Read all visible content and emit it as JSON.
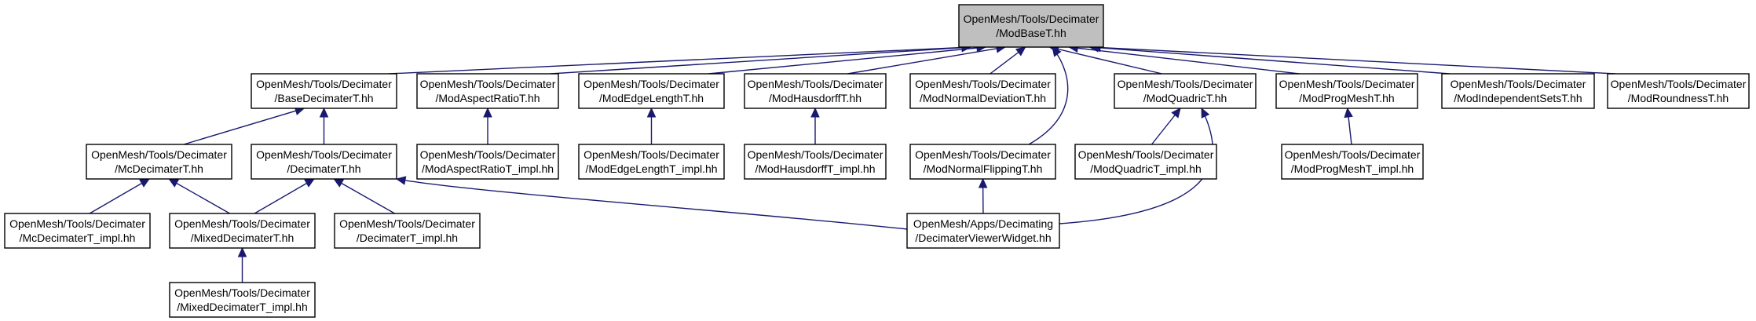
{
  "diagram": {
    "title": "",
    "colors": {
      "edge": "#191970",
      "root_fill": "#bfbfbf",
      "node_fill": "#ffffff",
      "node_border": "#000000"
    },
    "nodes": [
      {
        "id": "modbase",
        "line1": "OpenMesh/Tools/Decimater",
        "line2": "/ModBaseT.hh",
        "highlight": true
      },
      {
        "id": "basedec",
        "line1": "OpenMesh/Tools/Decimater",
        "line2": "/BaseDecimaterT.hh"
      },
      {
        "id": "modaspect",
        "line1": "OpenMesh/Tools/Decimater",
        "line2": "/ModAspectRatioT.hh"
      },
      {
        "id": "modedge",
        "line1": "OpenMesh/Tools/Decimater",
        "line2": "/ModEdgeLengthT.hh"
      },
      {
        "id": "modhaus",
        "line1": "OpenMesh/Tools/Decimater",
        "line2": "/ModHausdorffT.hh"
      },
      {
        "id": "modnormdev",
        "line1": "OpenMesh/Tools/Decimater",
        "line2": "/ModNormalDeviationT.hh"
      },
      {
        "id": "modquad",
        "line1": "OpenMesh/Tools/Decimater",
        "line2": "/ModQuadricT.hh"
      },
      {
        "id": "modprog",
        "line1": "OpenMesh/Tools/Decimater",
        "line2": "/ModProgMeshT.hh"
      },
      {
        "id": "modindep",
        "line1": "OpenMesh/Tools/Decimater",
        "line2": "/ModIndependentSetsT.hh"
      },
      {
        "id": "modround",
        "line1": "OpenMesh/Tools/Decimater",
        "line2": "/ModRoundnessT.hh"
      },
      {
        "id": "mcdec",
        "line1": "OpenMesh/Tools/Decimater",
        "line2": "/McDecimaterT.hh"
      },
      {
        "id": "dec",
        "line1": "OpenMesh/Tools/Decimater",
        "line2": "/DecimaterT.hh"
      },
      {
        "id": "modaspect_impl",
        "line1": "OpenMesh/Tools/Decimater",
        "line2": "/ModAspectRatioT_impl.hh"
      },
      {
        "id": "modedge_impl",
        "line1": "OpenMesh/Tools/Decimater",
        "line2": "/ModEdgeLengthT_impl.hh"
      },
      {
        "id": "modhaus_impl",
        "line1": "OpenMesh/Tools/Decimater",
        "line2": "/ModHausdorffT_impl.hh"
      },
      {
        "id": "modnormflip",
        "line1": "OpenMesh/Tools/Decimater",
        "line2": "/ModNormalFlippingT.hh"
      },
      {
        "id": "modquad_impl",
        "line1": "OpenMesh/Tools/Decimater",
        "line2": "/ModQuadricT_impl.hh"
      },
      {
        "id": "modprog_impl",
        "line1": "OpenMesh/Tools/Decimater",
        "line2": "/ModProgMeshT_impl.hh"
      },
      {
        "id": "mcdec_impl",
        "line1": "OpenMesh/Tools/Decimater",
        "line2": "/McDecimaterT_impl.hh"
      },
      {
        "id": "mixeddec",
        "line1": "OpenMesh/Tools/Decimater",
        "line2": "/MixedDecimaterT.hh"
      },
      {
        "id": "dec_impl",
        "line1": "OpenMesh/Tools/Decimater",
        "line2": "/DecimaterT_impl.hh"
      },
      {
        "id": "viewer",
        "line1": "OpenMesh/Apps/Decimating",
        "line2": "/DecimaterViewerWidget.hh"
      },
      {
        "id": "mixeddec_impl",
        "line1": "OpenMesh/Tools/Decimater",
        "line2": "/MixedDecimaterT_impl.hh"
      }
    ],
    "edges": [
      {
        "from": "basedec",
        "to": "modbase"
      },
      {
        "from": "modaspect",
        "to": "modbase"
      },
      {
        "from": "modedge",
        "to": "modbase"
      },
      {
        "from": "modhaus",
        "to": "modbase"
      },
      {
        "from": "modnormdev",
        "to": "modbase"
      },
      {
        "from": "modnormflip",
        "to": "modbase"
      },
      {
        "from": "modquad",
        "to": "modbase"
      },
      {
        "from": "modprog",
        "to": "modbase"
      },
      {
        "from": "modindep",
        "to": "modbase"
      },
      {
        "from": "modround",
        "to": "modbase"
      },
      {
        "from": "mcdec",
        "to": "basedec"
      },
      {
        "from": "dec",
        "to": "basedec"
      },
      {
        "from": "modaspect_impl",
        "to": "modaspect"
      },
      {
        "from": "modedge_impl",
        "to": "modedge"
      },
      {
        "from": "modhaus_impl",
        "to": "modhaus"
      },
      {
        "from": "modquad_impl",
        "to": "modquad"
      },
      {
        "from": "viewer",
        "to": "modquad"
      },
      {
        "from": "modprog_impl",
        "to": "modprog"
      },
      {
        "from": "mcdec_impl",
        "to": "mcdec"
      },
      {
        "from": "mixeddec",
        "to": "mcdec"
      },
      {
        "from": "mixeddec",
        "to": "dec"
      },
      {
        "from": "dec_impl",
        "to": "dec"
      },
      {
        "from": "viewer",
        "to": "dec"
      },
      {
        "from": "viewer",
        "to": "modnormflip"
      },
      {
        "from": "mixeddec_impl",
        "to": "mixeddec"
      }
    ]
  }
}
